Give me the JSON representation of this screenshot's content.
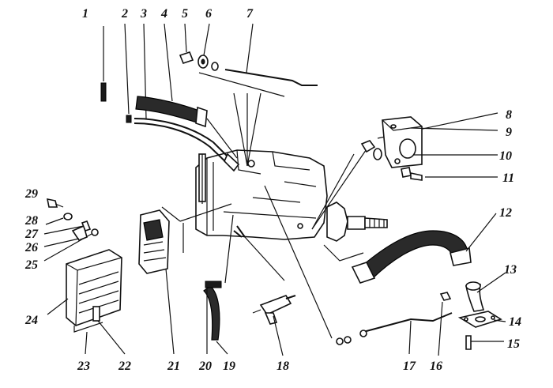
{
  "labels": [
    "1",
    "2",
    "3",
    "4",
    "5",
    "6",
    "7",
    "8",
    "9",
    "10",
    "11",
    "12",
    "13",
    "14",
    "15",
    "16",
    "17",
    "18",
    "19",
    "20",
    "21",
    "22",
    "23",
    "24",
    "25",
    "26",
    "27",
    "28",
    "29"
  ],
  "colors": {
    "ink": "#111111",
    "background": "#ffffff",
    "hose": "#2a2a2a"
  }
}
